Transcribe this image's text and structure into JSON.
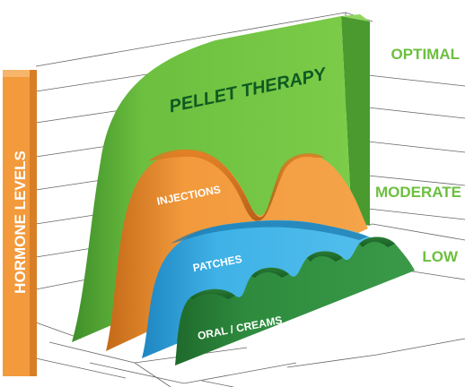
{
  "chart_data": {
    "type": "area",
    "title": "",
    "ylabel": "HORMONE LEVELS",
    "xlabel": "",
    "level_labels": [
      "OPTIMAL",
      "MODERATE",
      "LOW"
    ],
    "grid": true,
    "style": "3d-layered",
    "series": [
      {
        "name": "PELLET THERAPY",
        "color": "#6cbf3f",
        "level": "OPTIMAL",
        "shape": "sustained plateau"
      },
      {
        "name": "INJECTIONS",
        "color": "#f29a3c",
        "level": "MODERATE",
        "shape": "two peaks"
      },
      {
        "name": "PATCHES",
        "color": "#3fb2e6",
        "level": "LOW-MODERATE",
        "shape": "gentle wave"
      },
      {
        "name": "ORAL / CREAMS",
        "color": "#2e8b3e",
        "level": "LOW",
        "shape": "repeated small peaks"
      }
    ],
    "colors": {
      "axis_label_bg": "#f29a3c",
      "level_text": "#6cbf3f",
      "grid": "#555555"
    }
  }
}
